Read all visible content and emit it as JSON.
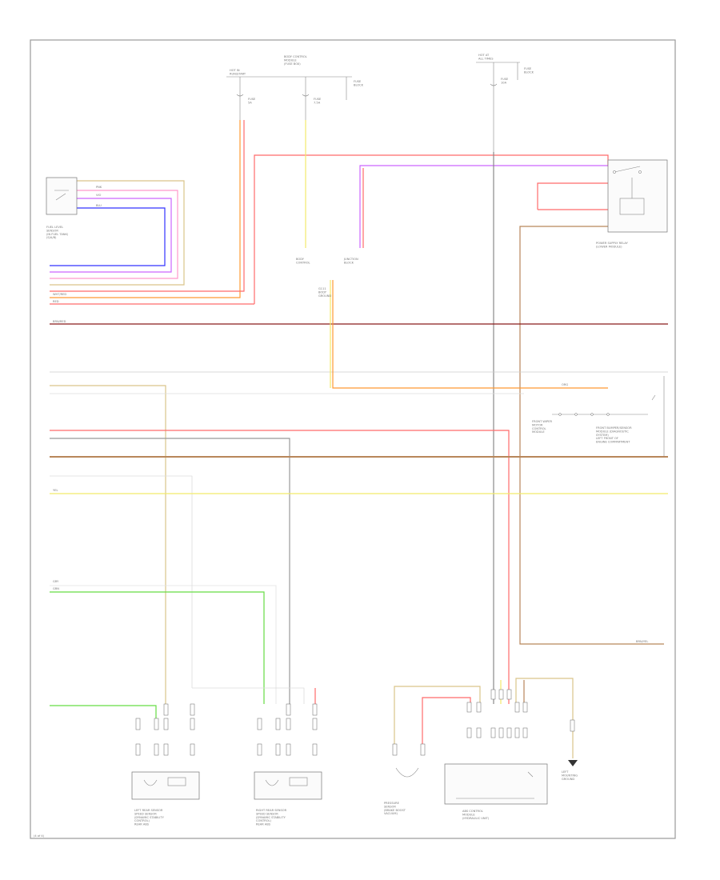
{
  "diagram": {
    "labels": {
      "hot_run": "HOT IN\nRUN/START",
      "center_module": "BODY CONTROL\nMODULE\n(FUSE BOX)",
      "hot_all": "HOT AT\nALL TIMES",
      "fuse_a": "FUSE\n5A",
      "fuse_b": "FUSE\n7.5A",
      "fuse_block": "FUSE\nBLOCK",
      "fuse_c": "FUSE\n10A",
      "fuse_block2": "FUSE\nBLOCK",
      "fuel_level": "FUEL LEVEL\nSENSOR\n(IN FUEL TANK)\n(S/A/B)",
      "body_ctrl": "BODY\nCONTROL",
      "junction": "JUNCTION\nBLOCK",
      "ground_pt": "G111\nBODY\nGROUND",
      "power_relay": "POWER SUPPLY RELAY\n(LOWER MODULE)",
      "front_ctrl": "FRONT WIPER\nMOTOR\nCONTROL\nMODULE",
      "front_module_right": "FRONT BUMPER/SENSOR\nMODULE (DIAGNOSTIC\nSYSTEM)\nLEFT FRONT OF\nENGINE COMPARTMENT",
      "left_rear_sensor": "LEFT REAR SENSOR\nSPEED SENSOR\n(DYNAMIC STABILITY\nCONTROL)\nREAR ABS",
      "right_rear_sensor": "RIGHT REAR SENSOR\nSPEED SENSOR\n(DYNAMIC STABILITY\nCONTROL)\nREAR ABS",
      "pressure_sensor": "PRESSURE\nSENSOR\n(BRAKE BOOST\nVACUUM)",
      "abs_module": "ABS CONTROL\nMODULE\n(HYDRAULIC UNIT)",
      "left_ground": "LEFT\nMOUNTING\nGROUND",
      "footer": "(4 of 4)"
    },
    "wire_colors": {
      "wht_red": "WHT/RED",
      "red": "RED",
      "yel": "YEL",
      "vio": "VIO",
      "blu": "BLU",
      "pnk": "PNK",
      "org": "ORG",
      "brn_red": "BRN/RED",
      "grn": "GRN",
      "gry": "GRY",
      "brn_yel": "BRN/YEL"
    },
    "wire_hex": {
      "red": "#ff6b6b",
      "dark_red": "#8b1a1a",
      "yellow": "#f2ea6b",
      "orange": "#ff9933",
      "violet": "#cc66ff",
      "blue": "#3333ff",
      "pink": "#ff99cc",
      "green": "#66dd44",
      "gray": "#8a8a8a",
      "brown": "#b8865a",
      "tan": "#d9c48a",
      "black": "#444444"
    }
  }
}
